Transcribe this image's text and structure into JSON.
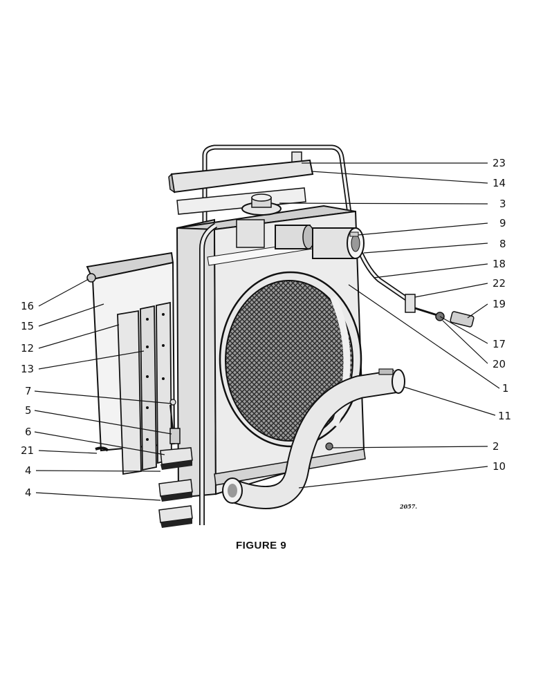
{
  "figure": {
    "caption": "FIGURE 9",
    "ref_number": "2057."
  },
  "callouts": [
    "23",
    "14",
    "3",
    "9",
    "8",
    "18",
    "22",
    "19",
    "17",
    "20",
    "1",
    "11",
    "2",
    "10",
    "16",
    "15",
    "12",
    "13",
    "7",
    "5",
    "6",
    "21",
    "4",
    "4"
  ],
  "colors": {
    "ink": "#111111",
    "paper": "#ffffff",
    "metal": "#e9e9e9",
    "shade": "#c7c7c7",
    "core": "#8a8a8a"
  }
}
